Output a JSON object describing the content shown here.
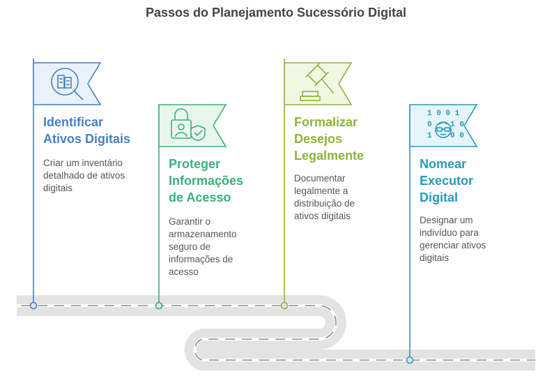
{
  "title": "Passos do Planejamento Sucessório Digital",
  "colors": {
    "step1": "#4a7fc1",
    "step2": "#3ab07a",
    "step3": "#8db43a",
    "step4": "#2a9ab8",
    "road": "#e3e3e3",
    "road_dash": "#8a8a8a"
  },
  "steps": [
    {
      "title": "Identificar\nAtivos Digitais",
      "description": "Criar um inventário\ndetalhado de ativos\ndigitais",
      "icon": "magnifier-document-icon"
    },
    {
      "title": "Proteger\nInformações\nde Acesso",
      "description": "Garantir o\narmazenamento\nseguro de\ninformações de\nacesso",
      "icon": "lock-user-shield-icon"
    },
    {
      "title": "Formalizar\nDesejos\nLegalmente",
      "description": "Documentar\nlegalmente a\ndistribuição de\nativos digitais",
      "icon": "gavel-icon"
    },
    {
      "title": "Nomear\nExecutor\nDigital",
      "description": "Designar um\nindivíduo para\ngerenciar ativos\ndigitais",
      "icon": "binary-person-icon"
    }
  ],
  "binary_rows": [
    "1 0 0 1",
    "0     1 0",
    "1     0 0"
  ]
}
